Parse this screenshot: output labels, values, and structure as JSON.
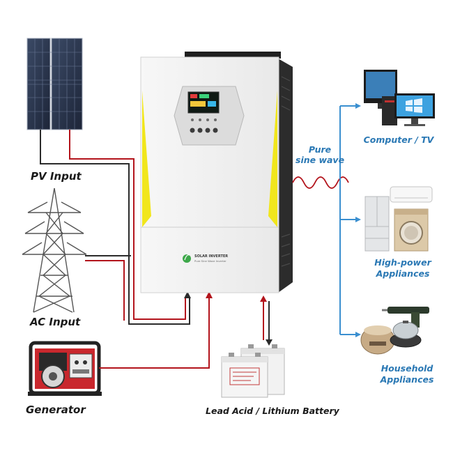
{
  "sources": {
    "pv_input": "PV Input",
    "ac_input": "AC Input",
    "generator": "Generator"
  },
  "inverter": {
    "brand": "SOLAR INVERTER",
    "subtitle": "Pure Sine Wave Inverter"
  },
  "output": {
    "wave_line1": "Pure",
    "wave_line2": "sine wave"
  },
  "battery": {
    "label": "Lead Acid / Lithium Battery"
  },
  "loads": {
    "computer_tv": "Computer / TV",
    "high_power_line1": "High-power",
    "high_power_line2": "Appliances",
    "household_line1": "Household",
    "household_line2": "Appliances"
  },
  "colors": {
    "red_wire": "#b3141c",
    "black_wire": "#2b2b2b",
    "blue_line": "#3a8fd0",
    "accent_yellow": "#f1e61d"
  }
}
